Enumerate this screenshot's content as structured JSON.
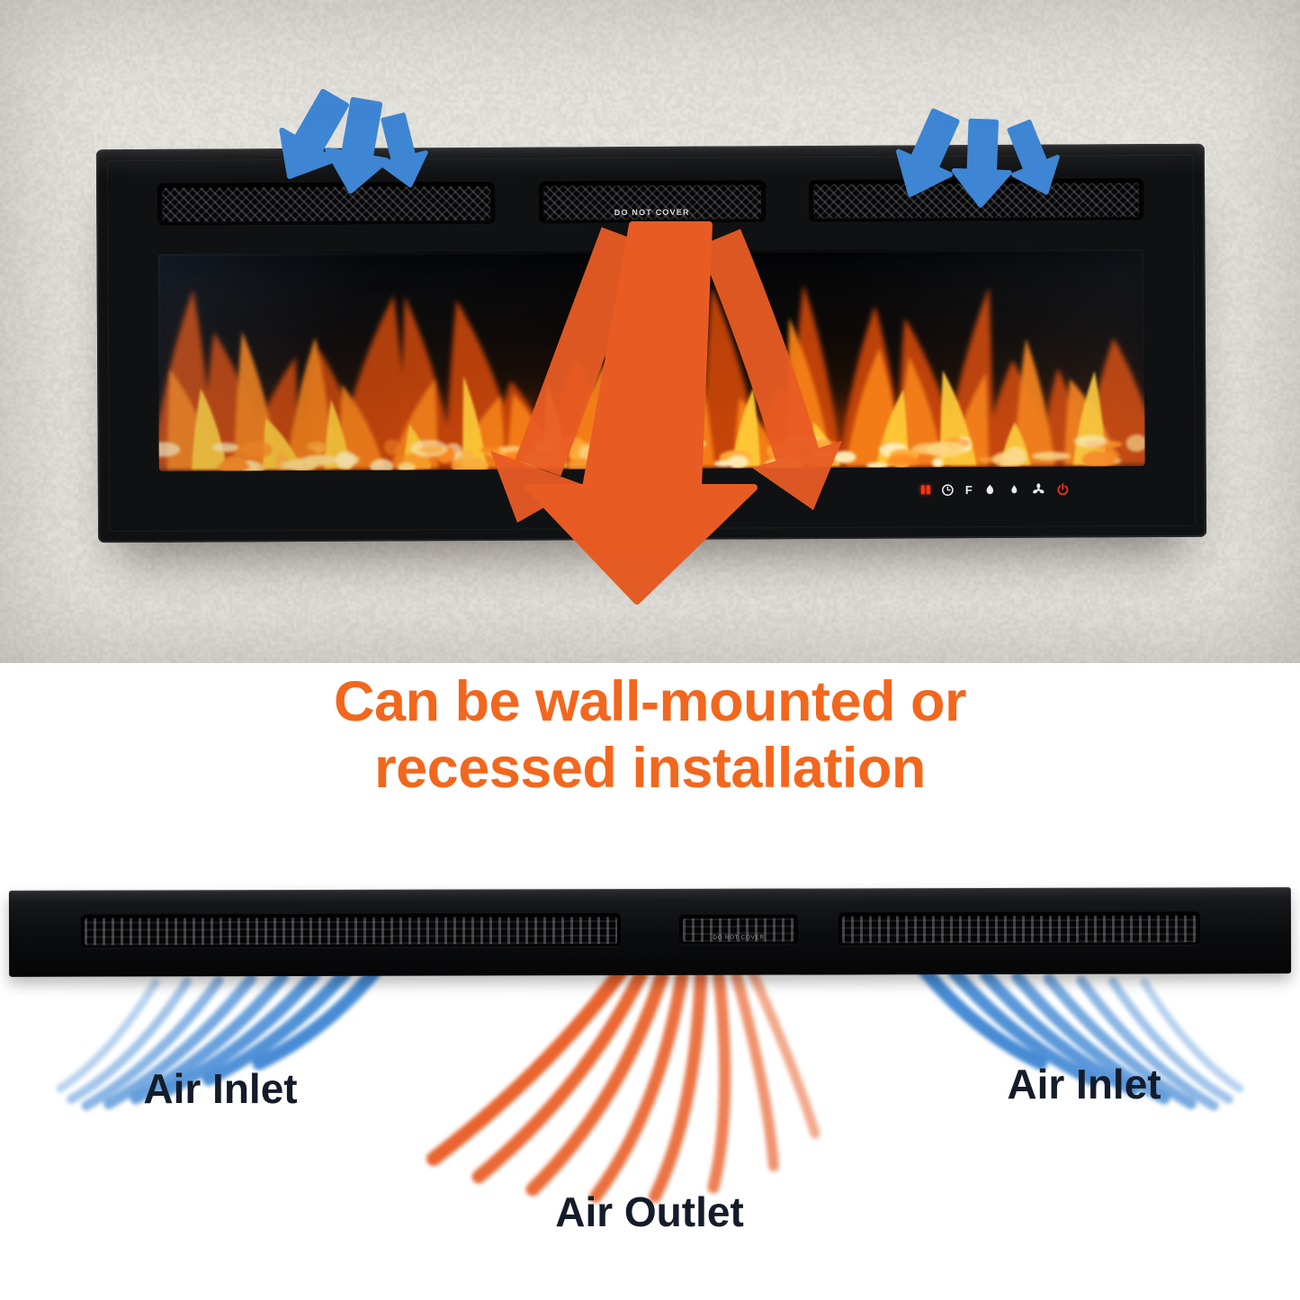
{
  "hero": {
    "vent_label": "DO NOT COVER",
    "controls": {
      "fahrenheit_label": "F",
      "icons": [
        "led-display",
        "timer",
        "fahrenheit",
        "flame",
        "water-drop",
        "fan",
        "power"
      ]
    }
  },
  "headline": {
    "line1": "Can be wall-mounted or",
    "line2": "recessed installation"
  },
  "diagram": {
    "vent_label": "DO NOT COVER",
    "labels": {
      "left": "Air Inlet",
      "right": "Air Inlet",
      "bottom": "Air Outlet"
    }
  },
  "palette": {
    "headline_orange": "#f2671d",
    "inlet_blue": "#3e86d3",
    "outlet_orange": "#e85c24",
    "label_dark": "#141c2a",
    "wall": "#eae7e1"
  }
}
